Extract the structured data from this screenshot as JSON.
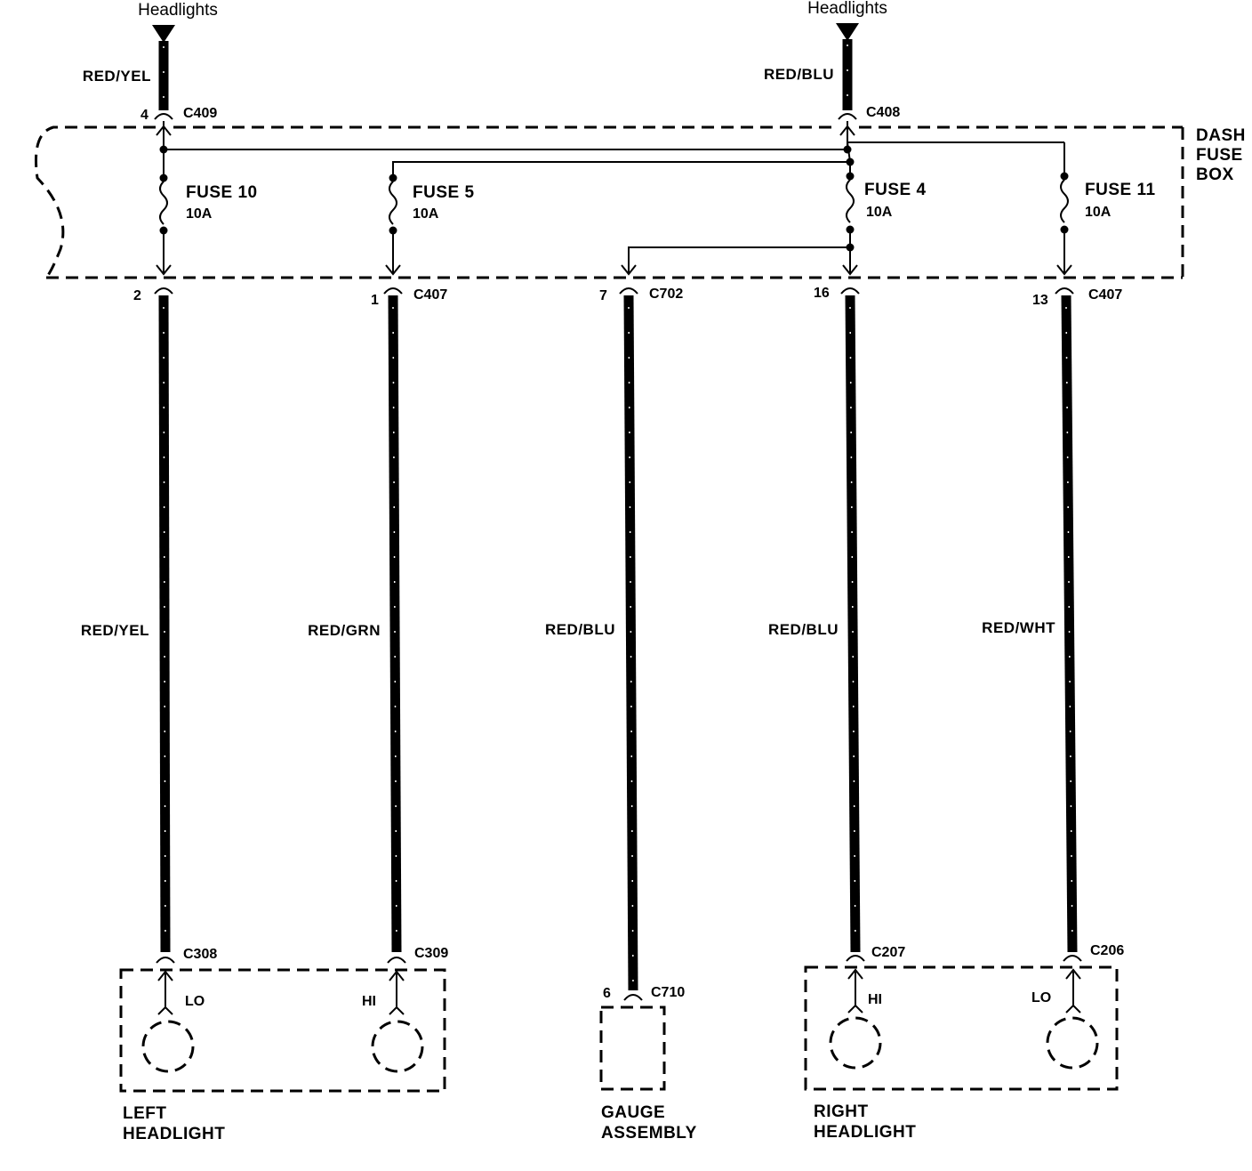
{
  "sources": [
    {
      "label": "Headlights",
      "wire": "RED/YEL",
      "connector": "C409",
      "pin": "4"
    },
    {
      "label": "Headlights",
      "wire": "RED/BLU",
      "connector": "C408",
      "pin": ""
    }
  ],
  "fuse_box": {
    "title_lines": [
      "DASH",
      "FUSE",
      "BOX"
    ]
  },
  "fuses": [
    {
      "name": "FUSE 10",
      "rating": "10A"
    },
    {
      "name": "FUSE 5",
      "rating": "10A"
    },
    {
      "name": "FUSE 4",
      "rating": "10A"
    },
    {
      "name": "FUSE 11",
      "rating": "10A"
    }
  ],
  "outputs": [
    {
      "pin": "2",
      "connector": "",
      "wire": "RED/YEL",
      "end_connector": "C308"
    },
    {
      "pin": "1",
      "connector": "C407",
      "wire": "RED/GRN",
      "end_connector": "C309"
    },
    {
      "pin": "7",
      "connector": "C702",
      "wire": "RED/BLU",
      "end_connector": "C710",
      "end_pin": "6"
    },
    {
      "pin": "16",
      "connector": "",
      "wire": "RED/BLU",
      "end_connector": "C207"
    },
    {
      "pin": "13",
      "connector": "C407",
      "wire": "RED/WHT",
      "end_connector": "C206"
    }
  ],
  "components": {
    "left_headlight": {
      "lines": [
        "LEFT",
        "HEADLIGHT"
      ],
      "bulbs": [
        "LO",
        "HI"
      ]
    },
    "gauge_assembly": {
      "lines": [
        "GAUGE",
        "ASSEMBLY"
      ]
    },
    "right_headlight": {
      "lines": [
        "RIGHT",
        "HEADLIGHT"
      ],
      "bulbs": [
        "HI",
        "LO"
      ]
    }
  }
}
